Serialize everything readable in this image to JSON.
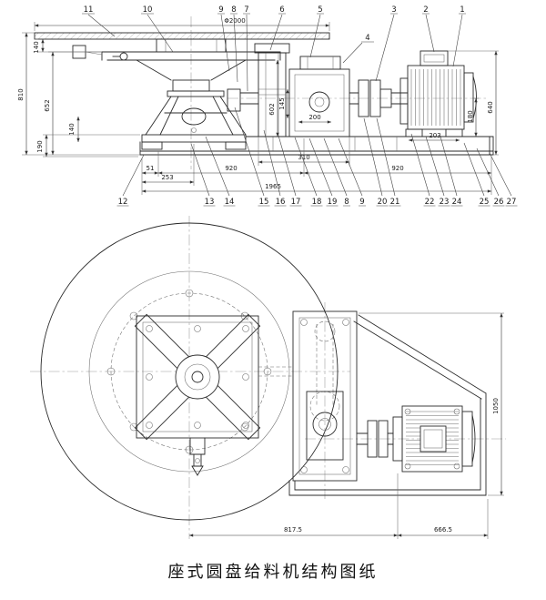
{
  "caption": "座式圆盘给料机结构图纸",
  "callouts": {
    "top": {
      "p11": "11",
      "p10": "10",
      "p9": "9",
      "p8": "8",
      "p7": "7",
      "p6": "6",
      "p5": "5",
      "p4": "4",
      "p3": "3",
      "p2": "2",
      "p1": "1"
    },
    "bottom": {
      "p12": "12",
      "p13": "13",
      "p14": "14",
      "p15": "15",
      "p16": "16",
      "p17": "17",
      "p18": "18",
      "p19": "19",
      "p8": "8",
      "p9": "9",
      "p20": "20",
      "p21": "21",
      "p22": "22",
      "p23": "23",
      "p24": "24",
      "p25": "25",
      "p26": "26",
      "p27": "27"
    }
  },
  "dims_side": {
    "dia_table": "Φ2000",
    "h140_top": "140",
    "h810": "810",
    "h652": "652",
    "h140_low": "140",
    "h190": "190",
    "w51": "51",
    "w253": "253",
    "w920_left": "920",
    "w920_right": "920",
    "w1965": "1965",
    "h602": "602",
    "h145": "145",
    "w200": "200",
    "w310": "310",
    "w203": "203",
    "h180": "180",
    "h640": "640"
  },
  "dims_plan": {
    "w817_5": "817.5",
    "w666_5": "666.5",
    "h1050": "1050"
  }
}
